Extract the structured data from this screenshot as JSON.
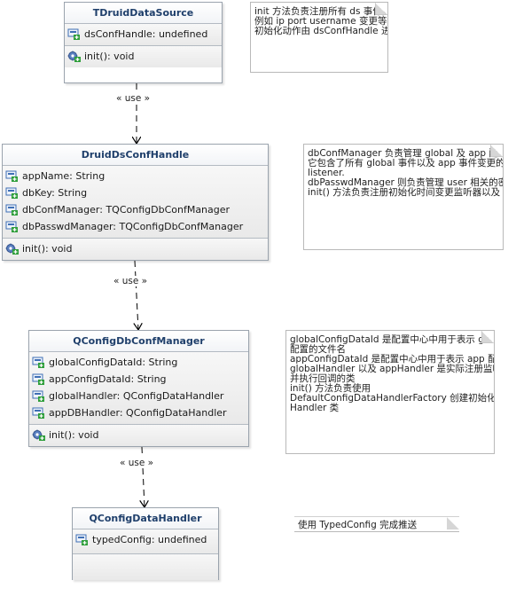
{
  "classes": {
    "tdruid": {
      "name": "TDruidDataSource",
      "attributes": [
        "dsConfHandle: undefined"
      ],
      "operations": [
        "init(): void"
      ]
    },
    "druidconf": {
      "name": "DruidDsConfHandle",
      "attributes": [
        "appName: String",
        "dbKey: String",
        "dbConfManager: TQConfigDbConfManager",
        "dbPasswdManager: TQConfigDbConfManager"
      ],
      "operations": [
        "init(): void"
      ]
    },
    "qconfmgr": {
      "name": "QConfigDbConfManager",
      "attributes": [
        "globalConfigDataId: String",
        "appConfigDataId: String",
        "globalHandler: QConfigDataHandler",
        "appDBHandler: QConfigDataHandler"
      ],
      "operations": [
        "init(): void"
      ]
    },
    "qhandler": {
      "name": "QConfigDataHandler",
      "attributes": [
        "typedConfig: undefined"
      ],
      "operations": []
    }
  },
  "relations": [
    {
      "label": "« use »"
    },
    {
      "label": "« use »"
    },
    {
      "label": "« use »"
    }
  ],
  "notes": [
    {
      "text": "init 方法负责注册所有 ds 事件变化监听器,\n例如 ip port username 变更等等.\n初始化动作由 dsConfHandle 进行"
    },
    {
      "text": "dbConfManager 负责管理 global 及 app 配置\n它包含了所有 global 事件以及 app 事件变更的\nlistener.\ndbPasswdManager 则负责管理 user 相关的密\ninit() 方法负责注册初始化时间变更监听器以及"
    },
    {
      "text": "globalConfigDataId 是配置中心中用于表示 global\n配置的文件名\nappConfigDataId 是配置中心中用于表示 app 配置\nglobalHandler 以及 appHandler 是实际注册监听者\n并执行回调的类\ninit() 方法负责使用\nDefaultConfigDataHandlerFactory 创建初始化\nHandler 类"
    },
    {
      "text": "使用 TypedConfig 完成推送"
    }
  ],
  "icons": {
    "attribute": "field-icon",
    "operation": "method-gear-icon"
  },
  "colors": {
    "class_name": "#1f3f6b",
    "border": "#9aa3ad",
    "icon_green": "#2e9e3a",
    "icon_blue": "#3f6fb5"
  }
}
